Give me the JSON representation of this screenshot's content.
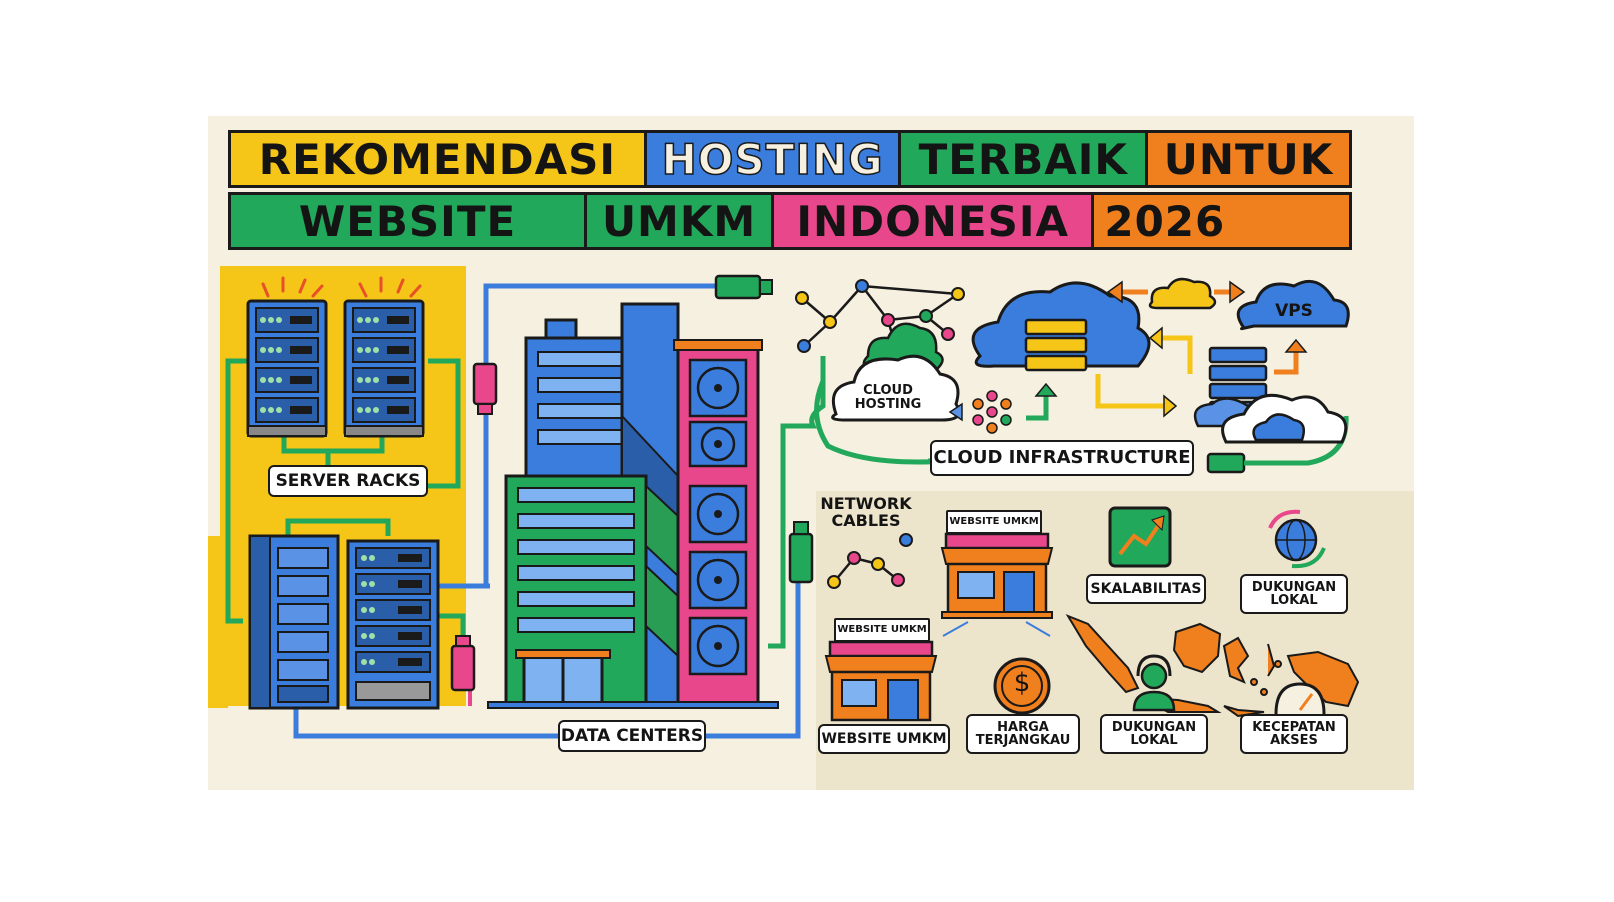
{
  "title": {
    "line1": [
      "REKOMENDASI",
      "HOSTING",
      "TERBAIK",
      "UNTUK"
    ],
    "line2": [
      "WEBSITE",
      "UMKM",
      "INDONESIA",
      "2026"
    ]
  },
  "labels": {
    "server_racks": "SERVER RACKS",
    "data_centers": "DATA CENTERS",
    "cloud_infrastructure": "CLOUD INFRASTRUCTURE",
    "network_cables": [
      "NETWORK",
      "CABLES"
    ],
    "cloud_hosting": [
      "CLOUD",
      "HOSTING"
    ],
    "vps": "VPS",
    "store_sign_top": "WEBSITE UMKM",
    "store_sign_left": "WEBSITE UMKM",
    "website_umkm": "WEBSITE UMKM",
    "skalabilitas": "SKALABILITAS",
    "dukungan_lokal_top": [
      "DUKUNGAN",
      "LOKAL"
    ],
    "harga_terjangkau": [
      "HARGA",
      "TERJANGKAU"
    ],
    "dukungan_lokal_bottom": [
      "DUKUNGAN",
      "LOKAL"
    ],
    "kecepatan_akses": [
      "KECEPATAN",
      "AKSES"
    ],
    "currency_symbol": "$"
  },
  "colors": {
    "yellow": "#f5c518",
    "blue": "#3b7ddd",
    "green": "#22a85a",
    "orange": "#f07f1e",
    "pink": "#e8478b",
    "background": "#f6f0e0",
    "ink": "#1a1a1a"
  },
  "icons": [
    "server-rack-icon",
    "building-icon",
    "cloud-icon",
    "network-graph-icon",
    "rj45-connector-icon",
    "storefront-icon",
    "chart-up-icon",
    "globe-icon",
    "dollar-coin-icon",
    "indonesia-map-icon",
    "headset-icon",
    "speedometer-icon"
  ]
}
